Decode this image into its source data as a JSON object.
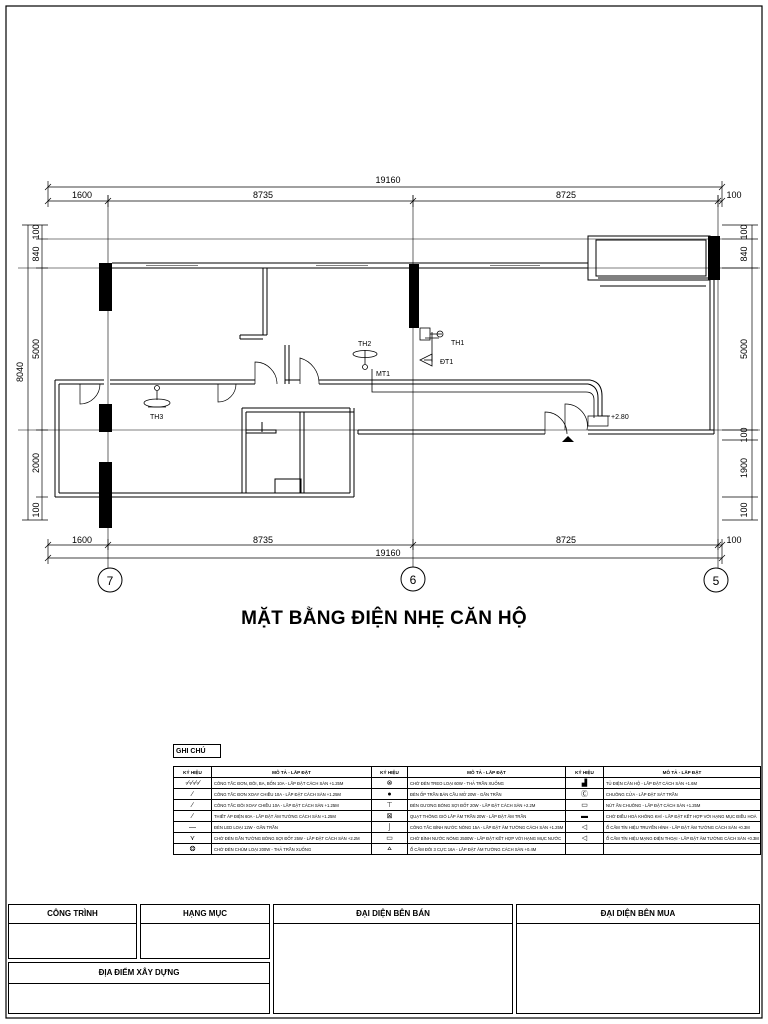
{
  "drawing": {
    "title": "MẶT BẰNG ĐIỆN NHẸ CĂN HỘ",
    "dims_top": {
      "total": "19160",
      "segments": [
        "1600",
        "8735",
        "8725",
        "100"
      ]
    },
    "dims_bottom": {
      "total": "19160",
      "segments": [
        "1600",
        "8735",
        "8725",
        "100"
      ]
    },
    "dims_left": {
      "total": "8040",
      "segments": [
        "100",
        "840",
        "5000",
        "2000",
        "100"
      ]
    },
    "dims_right": {
      "segments": [
        "100",
        "840",
        "5000",
        "100",
        "1900",
        "100"
      ]
    },
    "axes": [
      "7",
      "6",
      "5"
    ],
    "labels": {
      "th1": "TH1",
      "th2": "TH2",
      "th3": "TH3",
      "dt1": "ĐT1",
      "mt1": "MT1",
      "level": "+2.80"
    }
  },
  "legend": {
    "tag": "GHI CHÚ",
    "headers": [
      "KÝ HIỆU",
      "MÔ TẢ - LẮP ĐẶT",
      "KÝ HIỆU",
      "MÔ TẢ - LẮP ĐẶT",
      "KÝ HIỆU",
      "MÔ TẢ - LẮP ĐẶT"
    ],
    "rows": [
      [
        "",
        "CÔNG TẮC ĐƠN, ĐÔI, BA, BỐN 10A - LẮP ĐẶT CÁCH SÀN +1.25M",
        "",
        "CHỜ ĐÈN TREO LOẠI 60W - THẢ TRẦN XUỐNG",
        "",
        "TỦ ĐIỆN CĂN HỘ - LẮP ĐẶT CÁCH SÀN +1.6M"
      ],
      [
        "",
        "CÔNG TẮC ĐƠN XOAY CHIỀU 10A - LẮP ĐẶT CÁCH SÀN +1.25M",
        "",
        "ĐÈN ỐP TRẦN BÁN CẦU MỞ 20W - GẮN TRẦN",
        "",
        "CHUÔNG CỬA - LẮP ĐẶT SÁT TRẦN"
      ],
      [
        "",
        "CÔNG TẮC ĐÔI XOAY CHIỀU 10A - LẮP ĐẶT CÁCH SÀN +1.25M",
        "",
        "ĐÈN GƯƠNG BÓNG SỢI ĐỐT 20W - LẮP ĐẶT CÁCH SÀN +2.2M",
        "",
        "NÚT ẤN CHUÔNG - LẮP ĐẶT CÁCH SÀN +1.25M"
      ],
      [
        "",
        "THIẾT ÁP ĐIỆN 60A - LẮP ĐẶT ÂM TƯỜNG CÁCH SÀN +1.25M",
        "",
        "QUẠT THÔNG GIÓ LẮP ÂM TRẦN 20W - LẮP ĐẶT ÂM TRẦN",
        "",
        "CHỜ ĐIỀU HOÀ KHÔNG KHÍ - LẮP ĐẶT KẾT HỢP VỚI HẠNG MỤC ĐIỀU HOÀ"
      ],
      [
        "",
        "ĐÈN LED LOẠI 12W - GẮN TRẦN",
        "",
        "CÔNG TẮC BÌNH NƯỚC NÓNG 15A - LẮP ĐẶT ÂM TƯỜNG CÁCH SÀN +1.25M",
        "",
        "Ổ CẮM TÍN HIỆU TRUYỀN HÌNH - LẮP ĐẶT ÂM TƯỜNG CÁCH SÀN +0.3M"
      ],
      [
        "",
        "CHỜ ĐÈN GẮN TƯỜNG BÓNG SỢI ĐỐT 25W - LẮP ĐẶT CÁCH SÀN +2.2M",
        "",
        "CHỜ BÌNH NƯỚC NÓNG 2500W - LẮP ĐẶT KẾT HỢP VỚI HẠNG MỤC NƯỚC",
        "",
        "Ổ CẮM TÍN HIỆU MẠNG ĐIỆN THOẠI - LẮP ĐẶT ÂM TƯỜNG CÁCH SÀN +0.3M"
      ],
      [
        "",
        "CHỜ ĐÈN CHÙM LOẠI 200W - THẢ TRẦN XUỐNG",
        "",
        "Ổ CẮM ĐÔI 3 CỰC 16A - LẮP ĐẶT ÂM TƯỜNG CÁCH SÀN +0.4M",
        "",
        ""
      ]
    ],
    "symbols": [
      [
        "◦∕◦∕◦∕◦∕",
        "⊗",
        "▟"
      ],
      [
        "∕",
        "●",
        "Ⓒ"
      ],
      [
        "∕",
        "⊤",
        "▭"
      ],
      [
        "∕",
        "⊠",
        "▬"
      ],
      [
        "—",
        "⌡",
        "◁"
      ],
      [
        "⋎",
        "▭",
        "◁"
      ],
      [
        "❂",
        "⩟",
        ""
      ]
    ]
  },
  "title_block": {
    "cong_trinh": "CÔNG TRÌNH",
    "hang_muc": "HẠNG MỤC",
    "dai_dien_ben_ban": "ĐẠI DIỆN BÊN BÁN",
    "dai_dien_ben_mua": "ĐẠI DIỆN BÊN MUA",
    "dia_diem_xay_dung": "ĐỊA ĐIỂM XÂY DỰNG"
  }
}
